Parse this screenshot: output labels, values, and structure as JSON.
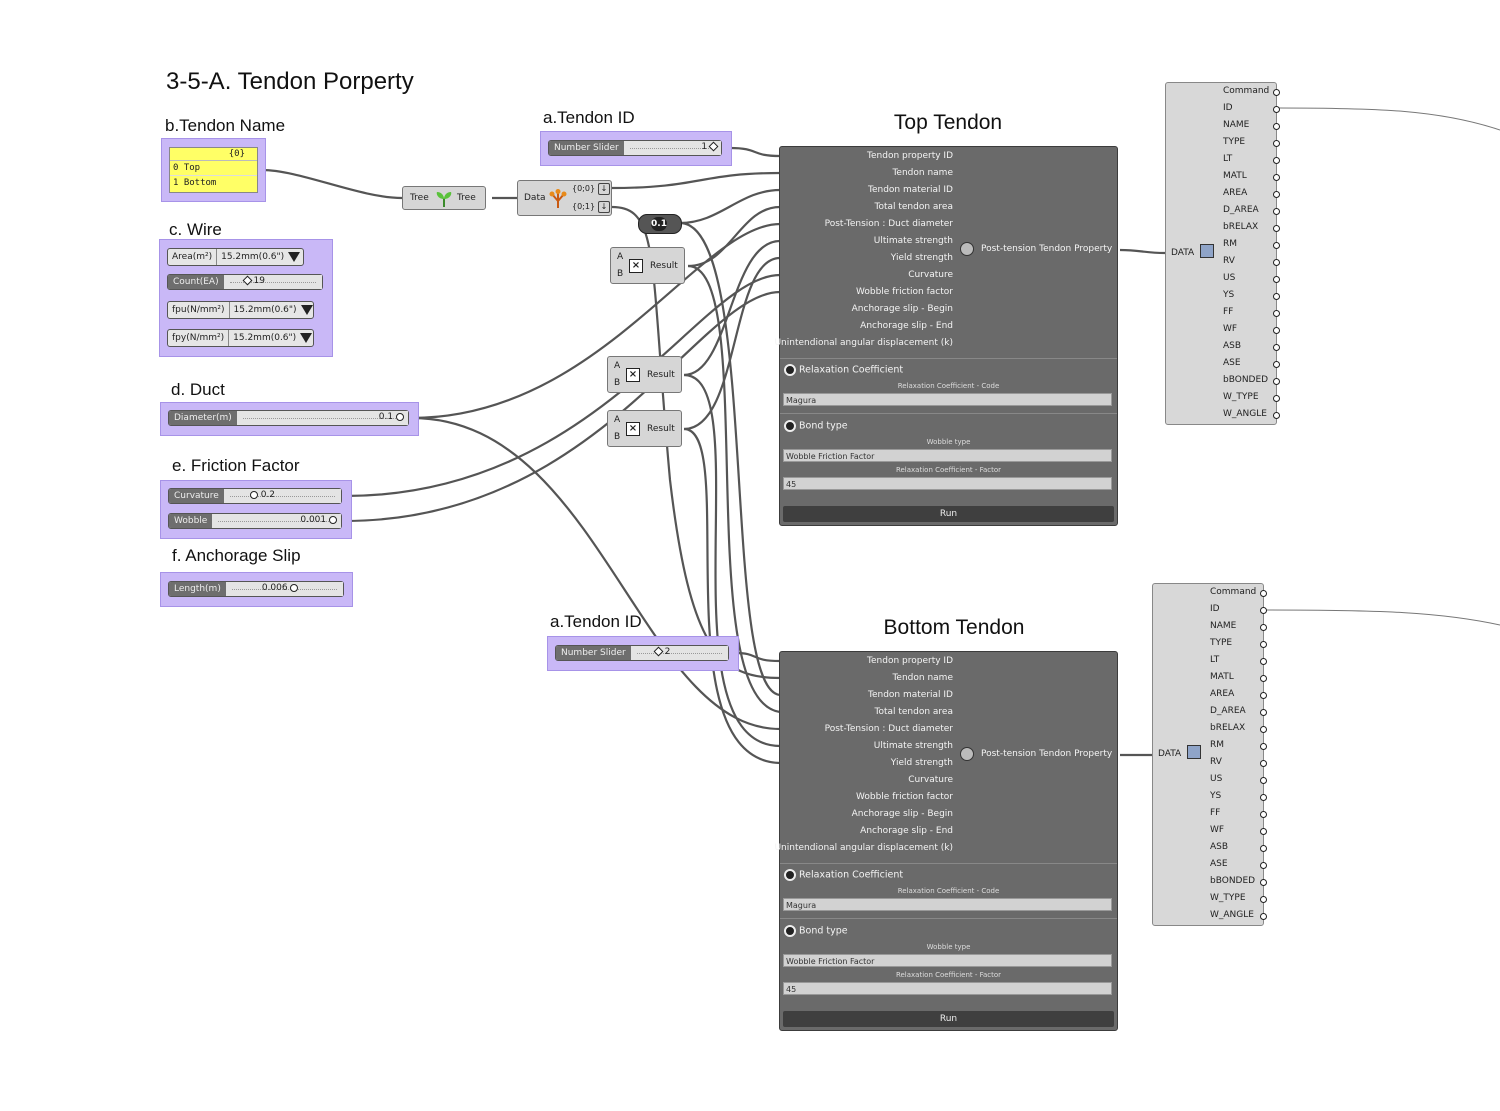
{
  "page_title": "3-5-A. Tendon Porperty",
  "sections": {
    "tendon_name": "b.Tendon Name",
    "wire": "c. Wire",
    "duct": "d. Duct",
    "friction": "e. Friction Factor",
    "anchorage": "f. Anchorage Slip",
    "tendon_id_top": "a.Tendon ID",
    "tendon_id_bottom": "a.Tendon ID"
  },
  "name_panel": {
    "header": "{0}",
    "rows": [
      {
        "idx": "0",
        "text": "Top"
      },
      {
        "idx": "1",
        "text": "Bottom"
      }
    ]
  },
  "wire": {
    "area": {
      "label": "Area(m²)",
      "value": "15.2mm(0.6\")"
    },
    "count": {
      "label": "Count(EA)",
      "value": "19"
    },
    "fpu": {
      "label": "fpu(N/mm²)",
      "value": "15.2mm(0.6\")"
    },
    "fpy": {
      "label": "fpy(N/mm²)",
      "value": "15.2mm(0.6\")"
    }
  },
  "duct": {
    "label": "Diameter(m)",
    "value": "0.1"
  },
  "friction": {
    "curvature": {
      "label": "Curvature",
      "value": "0.2"
    },
    "wobble": {
      "label": "Wobble",
      "value": "0.001"
    }
  },
  "anchorage": {
    "label": "Length(m)",
    "value": "0.006"
  },
  "sliders": {
    "top": {
      "label": "Number Slider",
      "value": "1"
    },
    "bottom": {
      "label": "Number Slider",
      "value": "2"
    }
  },
  "tree_comp": {
    "input": "Tree",
    "output": "Tree"
  },
  "data_comp": {
    "label": "Data",
    "out0": "{0;0}",
    "out1": "{0;1}"
  },
  "const_value": "0.1",
  "mult": {
    "a": "A",
    "b": "B",
    "result": "Result"
  },
  "tendons": [
    {
      "title": "Top Tendon"
    },
    {
      "title": "Bottom Tendon"
    }
  ],
  "tendon_component": {
    "inputs": [
      "Tendon property ID",
      "Tendon name",
      "Tendon material ID",
      "Total tendon area",
      "Post-Tension : Duct diameter",
      "Ultimate strength",
      "Yield strength",
      "Curvature",
      "Wobble friction factor",
      "Anchorage slip - Begin",
      "Anchorage slip - End",
      "Unintendional angular displacement (k)"
    ],
    "output": "Post-tension Tendon Property",
    "relax_header": "Relaxation Coefficient",
    "relax_code_caption": "Relaxation Coefficient - Code",
    "relax_code_value": "Magura",
    "bond_header": "Bond type",
    "wobble_caption": "Wobble type",
    "wobble_value": "Wobble Friction Factor",
    "relax_factor_caption": "Relaxation Coefficient - Factor",
    "relax_factor_value": "45",
    "run_label": "Run"
  },
  "data_outputs": {
    "input": "DATA",
    "fields": [
      "Command",
      "ID",
      "NAME",
      "TYPE",
      "LT",
      "MATL",
      "AREA",
      "D_AREA",
      "bRELAX",
      "RM",
      "RV",
      "US",
      "YS",
      "FF",
      "WF",
      "ASB",
      "ASE",
      "bBONDED",
      "W_TYPE",
      "W_ANGLE"
    ]
  },
  "colors": {
    "group": "#c9b8f7",
    "panel": "#ffff66",
    "component": "#6a6a6a",
    "wire": "#505050"
  }
}
